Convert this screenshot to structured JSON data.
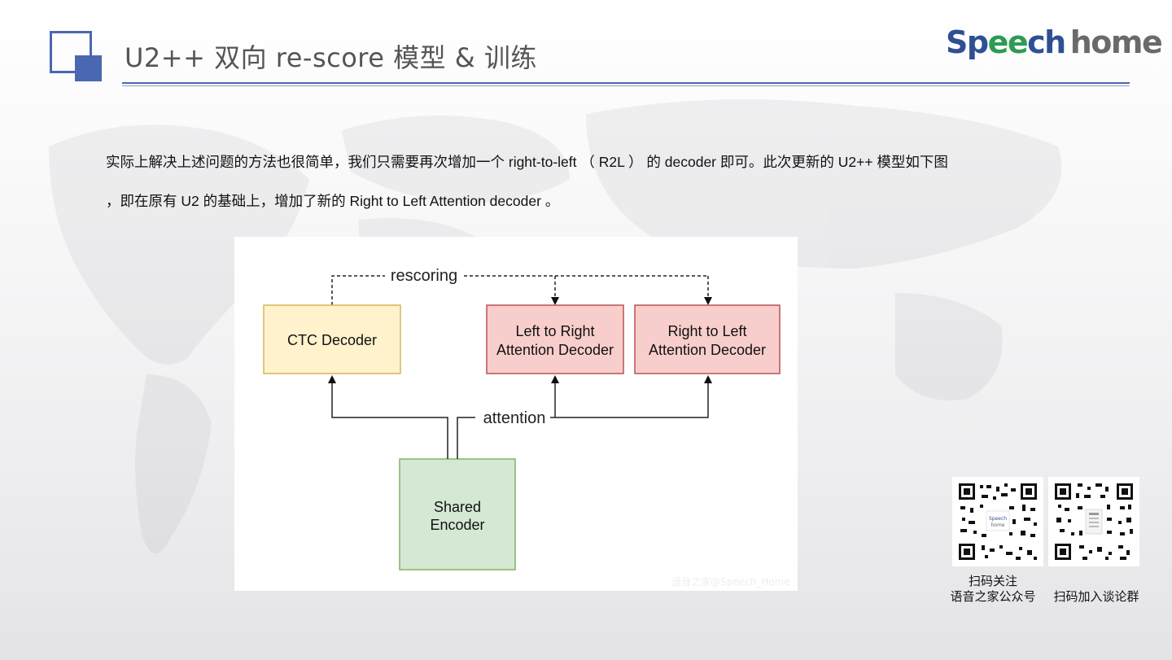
{
  "slide": {
    "title": "U2++ 双向  re-score  模型 & 训练",
    "brand": {
      "part_speech_a": "Sp",
      "part_ee": "ee",
      "part_speech_b": "ch",
      "part_home": "home"
    }
  },
  "body": {
    "line1": "实际上解决上述问题的方法也很简单，我们只需要再次增加一个  right-to-left （ R2L ） 的  decoder  即可。此次更新的  U2++  模型如下图",
    "line2": "，即在原有 U2 的基础上，增加了新的  Right to Left Attention decoder 。"
  },
  "diagram": {
    "edge_labels": {
      "rescoring": "rescoring",
      "attention": "attention"
    },
    "boxes": {
      "ctc": {
        "line1": "CTC Decoder",
        "fill": "#fff2cc",
        "stroke": "#d6b656"
      },
      "l2r": {
        "line1": "Left to Right",
        "line2": "Attention Decoder",
        "fill": "#f8cecc",
        "stroke": "#b85450"
      },
      "r2l": {
        "line1": "Right to Left",
        "line2": "Attention Decoder",
        "fill": "#f8cecc",
        "stroke": "#b85450"
      },
      "encoder": {
        "line1": "Shared",
        "line2": "Encoder",
        "fill": "#d5e8d4",
        "stroke": "#82b366"
      }
    },
    "watermark": "语音之家@Speech_Home"
  },
  "qr_codes": [
    {
      "caption_line1": "扫码关注",
      "caption_line2": "语音之家公众号",
      "icon": "qr-code-icon"
    },
    {
      "caption_line1": "扫码加入谈论群",
      "icon": "qr-code-icon"
    }
  ],
  "colors": {
    "accent": "#4a67b1",
    "title_text": "#555555",
    "brand_green": "#2e9b55",
    "brand_blue": "#2f4f95"
  }
}
